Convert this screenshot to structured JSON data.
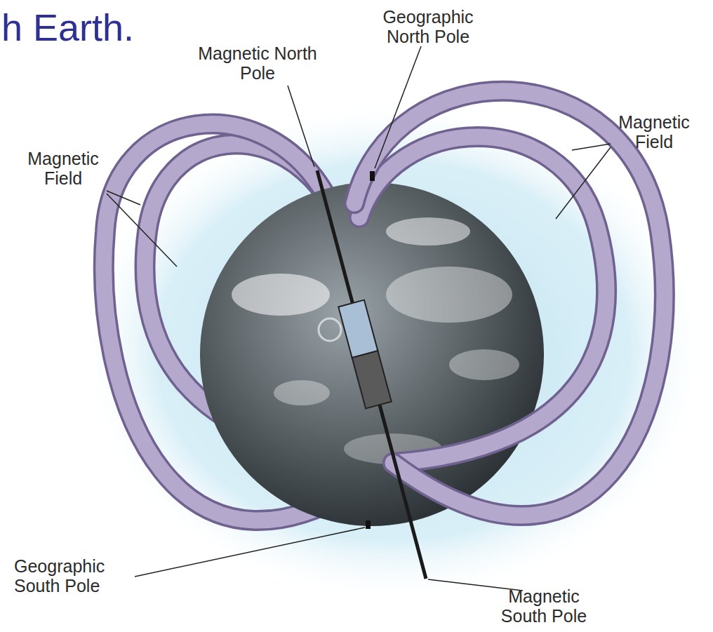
{
  "diagram": {
    "title": "h Earth.",
    "labels": [
      "Magnetic North Pole",
      "Geographic North Pole",
      "Magnetic Field",
      "Magnetic Field",
      "Geographic South Pole",
      "Magnetic South Pole"
    ]
  }
}
